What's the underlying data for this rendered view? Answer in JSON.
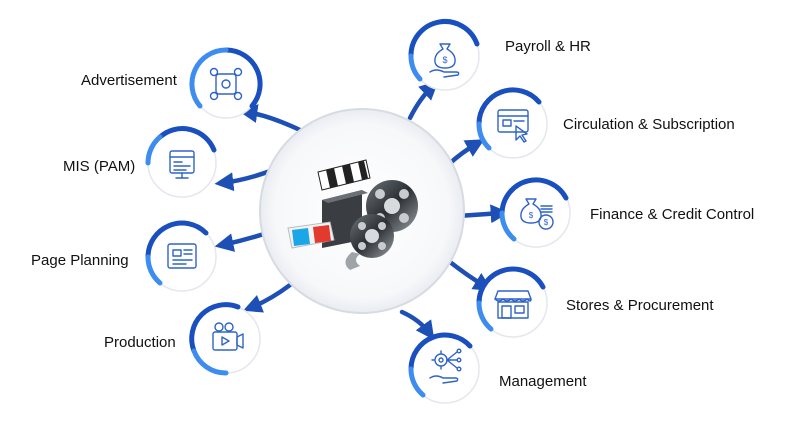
{
  "diagram": {
    "colors": {
      "arc_primary": "#1a4fbf",
      "arc_accent": "#3d8cf0",
      "icon": "#2f63c8",
      "connector": "#1e4fb4"
    },
    "hub": {
      "icon": "film-reel-clapperboard-3d-glasses-icon"
    },
    "nodes": [
      {
        "id": "advertisement",
        "label": "Advertisement",
        "icon": "social-media-icon"
      },
      {
        "id": "mis",
        "label": "MIS (PAM)",
        "icon": "report-dashboard-icon"
      },
      {
        "id": "page-planning",
        "label": "Page Planning",
        "icon": "blueprint-layout-icon"
      },
      {
        "id": "production",
        "label": "Production",
        "icon": "video-camera-icon"
      },
      {
        "id": "payroll",
        "label": "Payroll & HR",
        "icon": "money-bag-hand-icon"
      },
      {
        "id": "circulation",
        "label": "Circulation & Subscription",
        "icon": "browser-click-icon"
      },
      {
        "id": "finance",
        "label": "Finance & Credit Control",
        "icon": "money-bag-coins-icon"
      },
      {
        "id": "stores",
        "label": "Stores & Procurement",
        "icon": "storefront-icon"
      },
      {
        "id": "management",
        "label": "Management",
        "icon": "gear-hand-icon"
      }
    ]
  }
}
